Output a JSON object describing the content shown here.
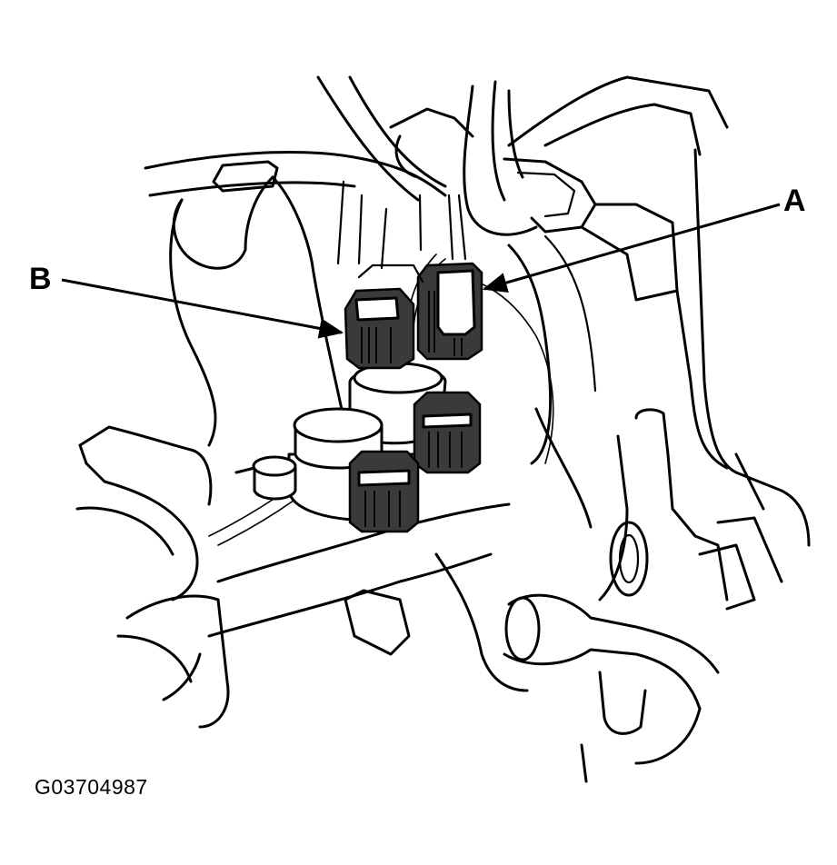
{
  "callouts": {
    "a": "A",
    "b": "B"
  },
  "figure_id": "G03704987",
  "colors": {
    "line": "#000000",
    "background": "#ffffff"
  }
}
